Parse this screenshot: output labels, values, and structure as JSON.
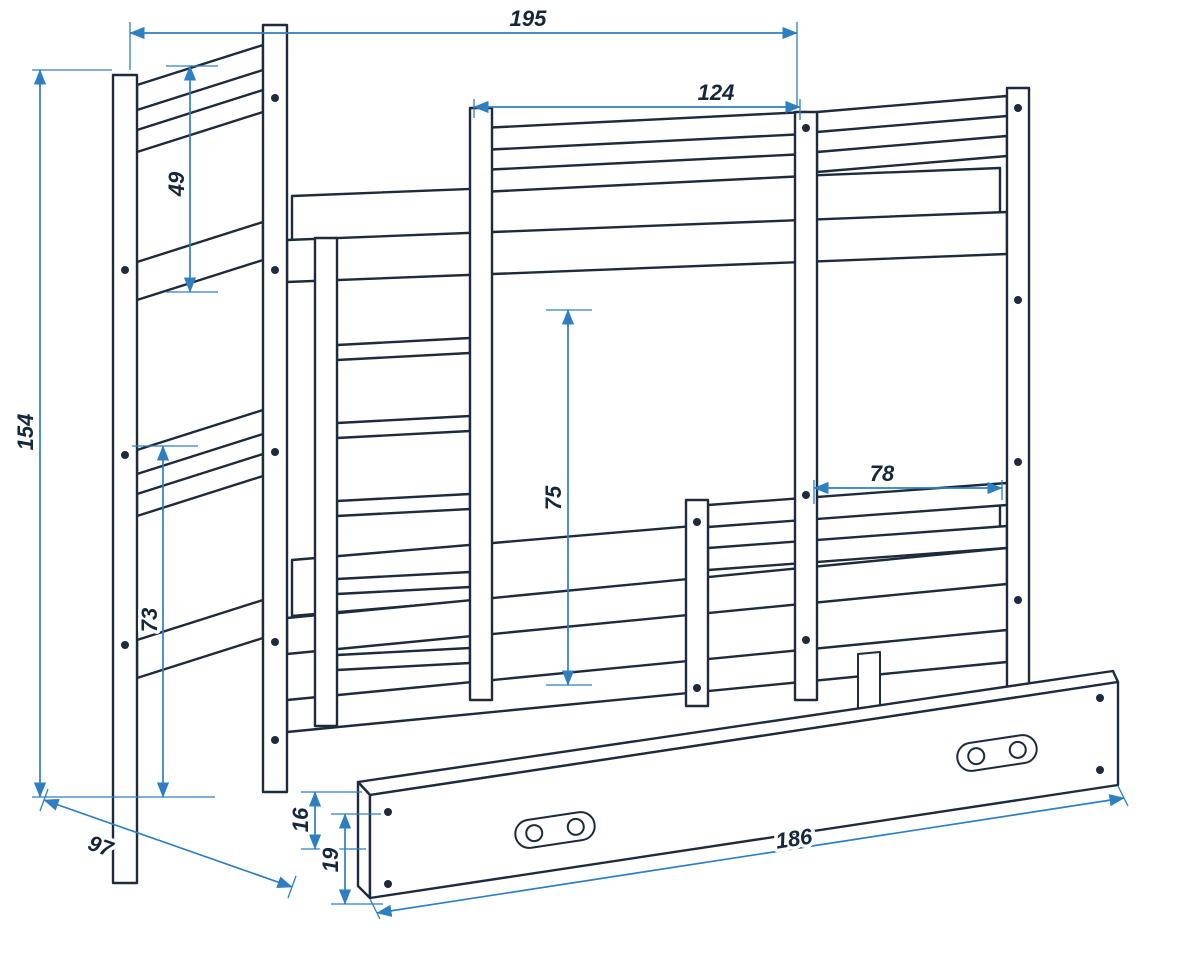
{
  "diagram": {
    "type": "technical-drawing",
    "subject": "bunk bed with storage drawer",
    "units": "cm",
    "colors": {
      "outline": "#1d2b3c",
      "dimension_line": "#2e7fc2",
      "label_text": "#15273a",
      "background": "#ffffff"
    },
    "dimensions": {
      "total_length": {
        "value": "195"
      },
      "upper_guard_length": {
        "value": "124"
      },
      "upper_section_height": {
        "value": "49"
      },
      "total_height": {
        "value": "154"
      },
      "inner_height": {
        "value": "75"
      },
      "lower_guard_length": {
        "value": "78"
      },
      "lower_section_height": {
        "value": "73"
      },
      "drawer_clearance": {
        "value": "16"
      },
      "drawer_front_height": {
        "value": "19"
      },
      "drawer_length": {
        "value": "186"
      },
      "bed_depth": {
        "value": "97"
      }
    }
  }
}
